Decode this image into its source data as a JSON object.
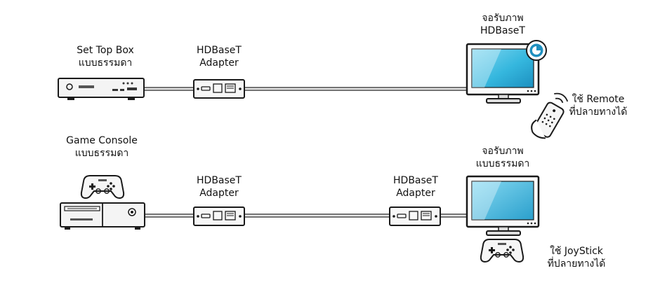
{
  "row1": {
    "source_label": [
      "Set Top Box",
      "แบบธรรมดา"
    ],
    "adapter_label": [
      "HDBaseT",
      "Adapter"
    ],
    "display_label": [
      "จอรับภาพ",
      "HDBaseT"
    ],
    "remote_label": [
      "ใช้ Remote",
      "ที่ปลายทางได้"
    ]
  },
  "row2": {
    "source_label": [
      "Game Console",
      "แบบธรรมดา"
    ],
    "adapter1_label": [
      "HDBaseT",
      "Adapter"
    ],
    "adapter2_label": [
      "HDBaseT",
      "Adapter"
    ],
    "display_label": [
      "จอรับภาพ",
      "แบบธรรมดา"
    ],
    "joystick_label": [
      "ใช้ JoyStick",
      "ที่ปลายทางได้"
    ]
  },
  "icons": {
    "set_top_box": "set-top-box-icon",
    "adapter": "hdbaset-adapter-icon",
    "monitor": "monitor-icon",
    "remote": "remote-control-icon",
    "game_console": "game-console-icon",
    "gamepad": "gamepad-icon",
    "badge": "hdbaset-badge-icon"
  },
  "colors": {
    "outline": "#1a1a1a",
    "screen": "#2fb9df",
    "badge": "#1e8fbf",
    "cable": "#888888"
  }
}
